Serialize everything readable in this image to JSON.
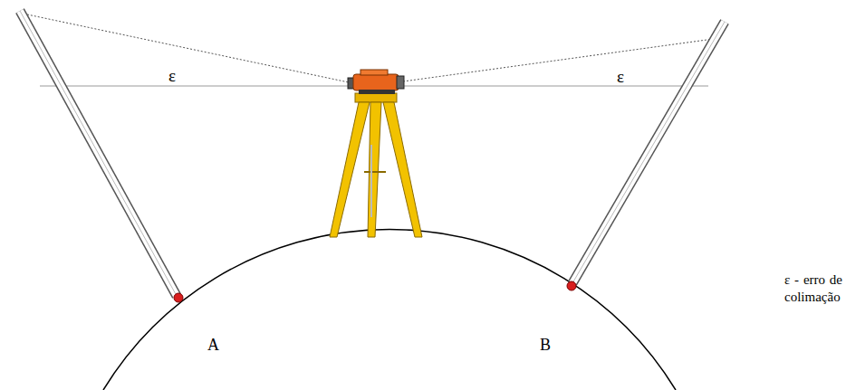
{
  "diagram": {
    "labels": [
      "ε",
      "ε",
      "A",
      "B",
      "ε - erro de colimação"
    ]
  }
}
